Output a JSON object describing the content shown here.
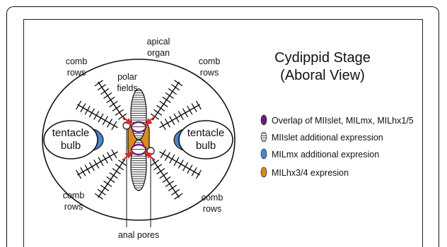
{
  "title": {
    "line1": "Cydippid Stage",
    "line2": "(Aboral View)"
  },
  "labels": {
    "apical_line1": "apical",
    "apical_line2": "organ",
    "polar_line1": "polar",
    "polar_line2": "fields",
    "comb_tl_1": "comb",
    "comb_tl_2": "rows",
    "comb_tr_1": "comb",
    "comb_tr_2": "rows",
    "comb_bl_1": "comb",
    "comb_bl_2": "rows",
    "comb_br_1": "comb",
    "comb_br_2": "rows",
    "bulb_left_1": "tentacle",
    "bulb_left_2": "bulb",
    "bulb_right_1": "tentacle",
    "bulb_right_2": "bulb",
    "anal_pores": "anal pores"
  },
  "legend": [
    {
      "label": "Overlap of MIIslet, MILmx, MILhx1/5",
      "color": "#6a1a7a",
      "icon": "purple-oval-icon"
    },
    {
      "label": "MIIslet additional expression",
      "color": "#ffffff",
      "icon": "striped-oval-icon"
    },
    {
      "label": "MILmx additional expresion",
      "color": "#4a86c8",
      "icon": "blue-oval-icon"
    },
    {
      "label": "MILhx3/4 expresion",
      "color": "#d98a1e",
      "icon": "orange-oval-icon"
    }
  ],
  "colors": {
    "purple": "#6a1a7a",
    "blue": "#4a86c8",
    "orange": "#d98a1e",
    "arrow": "#d8282f"
  }
}
